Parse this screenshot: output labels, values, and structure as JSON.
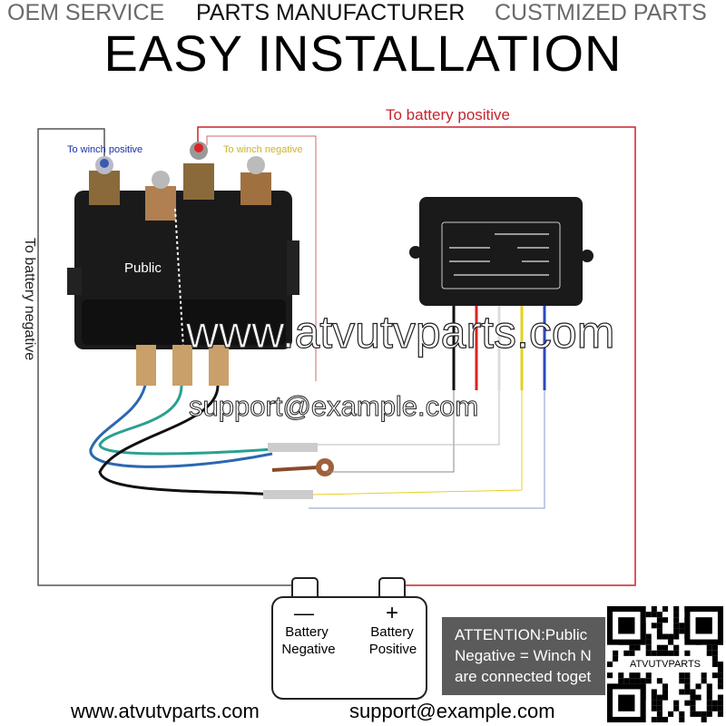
{
  "header": {
    "tags": [
      "OEM SERVICE",
      "PARTS MANUFACTURER",
      "CUSTMIZED PARTS"
    ],
    "title": "EASY INSTALLATION"
  },
  "diagram": {
    "to_battery_positive": "To battery positive",
    "to_battery_negative": "To battery negative",
    "to_winch_positive": "To winch positive",
    "to_winch_negative": "To winch negative",
    "solenoid_label": "Public",
    "battery": {
      "minus": "—",
      "plus": "+",
      "negative_label": [
        "Battery",
        "Negative"
      ],
      "positive_label": [
        "Battery",
        "Positive"
      ]
    },
    "colors": {
      "positive": "#c8242c",
      "negative": "#555555",
      "winch_positive_text": "#1b2fa8",
      "winch_negative_text": "#c9b42a"
    }
  },
  "attention": [
    "ATTENTION:Public",
    "Negative = Winch N",
    "are connected toget"
  ],
  "qr_caption": "ATVUTVPARTS",
  "watermark": {
    "site": "www.atvutvparts.com",
    "email": "support@example.com"
  },
  "footer": {
    "site": "www.atvutvparts.com",
    "email": "support@example.com"
  }
}
